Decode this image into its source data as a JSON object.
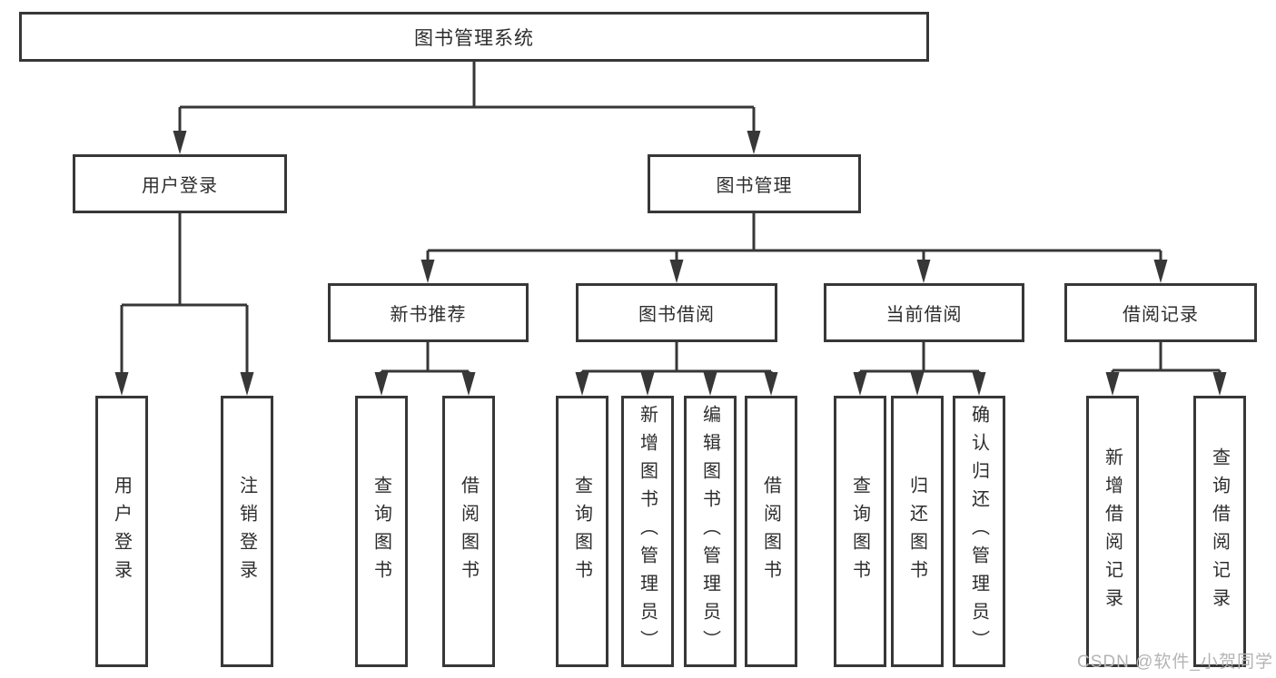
{
  "diagram_type": "hierarchy-tree",
  "colors": {
    "line": "#373737",
    "box_border": "#373737",
    "box_fill": "#ffffff",
    "text": "#2d2d2d",
    "watermark": "#b4b4b4",
    "background": "#ffffff"
  },
  "tree": {
    "label": "图书管理系统",
    "children": [
      {
        "label": "用户登录",
        "children": [
          {
            "label": "用户登录"
          },
          {
            "label": "注销登录"
          }
        ]
      },
      {
        "label": "图书管理",
        "children": [
          {
            "label": "新书推荐",
            "children": [
              {
                "label": "查询图书"
              },
              {
                "label": "借阅图书"
              }
            ]
          },
          {
            "label": "图书借阅",
            "children": [
              {
                "label": "查询图书"
              },
              {
                "label": "新增图书（管理员）"
              },
              {
                "label": "编辑图书（管理员）"
              },
              {
                "label": "借阅图书"
              }
            ]
          },
          {
            "label": "当前借阅",
            "children": [
              {
                "label": "查询图书"
              },
              {
                "label": "归还图书"
              },
              {
                "label": "确认归还（管理员）"
              }
            ]
          },
          {
            "label": "借阅记录",
            "children": [
              {
                "label": "新增借阅记录"
              },
              {
                "label": "查询借阅记录"
              }
            ]
          }
        ]
      }
    ]
  },
  "watermark": {
    "text": "CSDN @软件_小贺同学"
  }
}
